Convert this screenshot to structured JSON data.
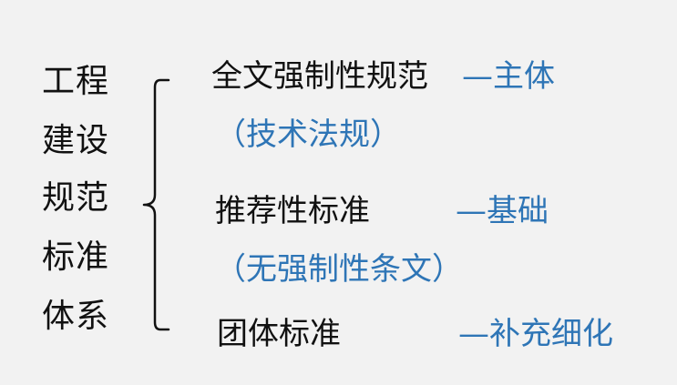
{
  "left_label_lines": [
    "工程",
    "建设",
    "规范",
    "标准",
    "体系"
  ],
  "items": [
    {
      "title": "全文强制性规范",
      "role": "—主体",
      "note": "（技术法规）"
    },
    {
      "title": "推荐性标准",
      "role": "—基础",
      "note": "（无强制性条文）"
    },
    {
      "title": "团体标准",
      "role": "—补充细化"
    }
  ],
  "colors": {
    "background": "#f2f2f2",
    "text": "#111111",
    "accent": "#2e75b6"
  }
}
